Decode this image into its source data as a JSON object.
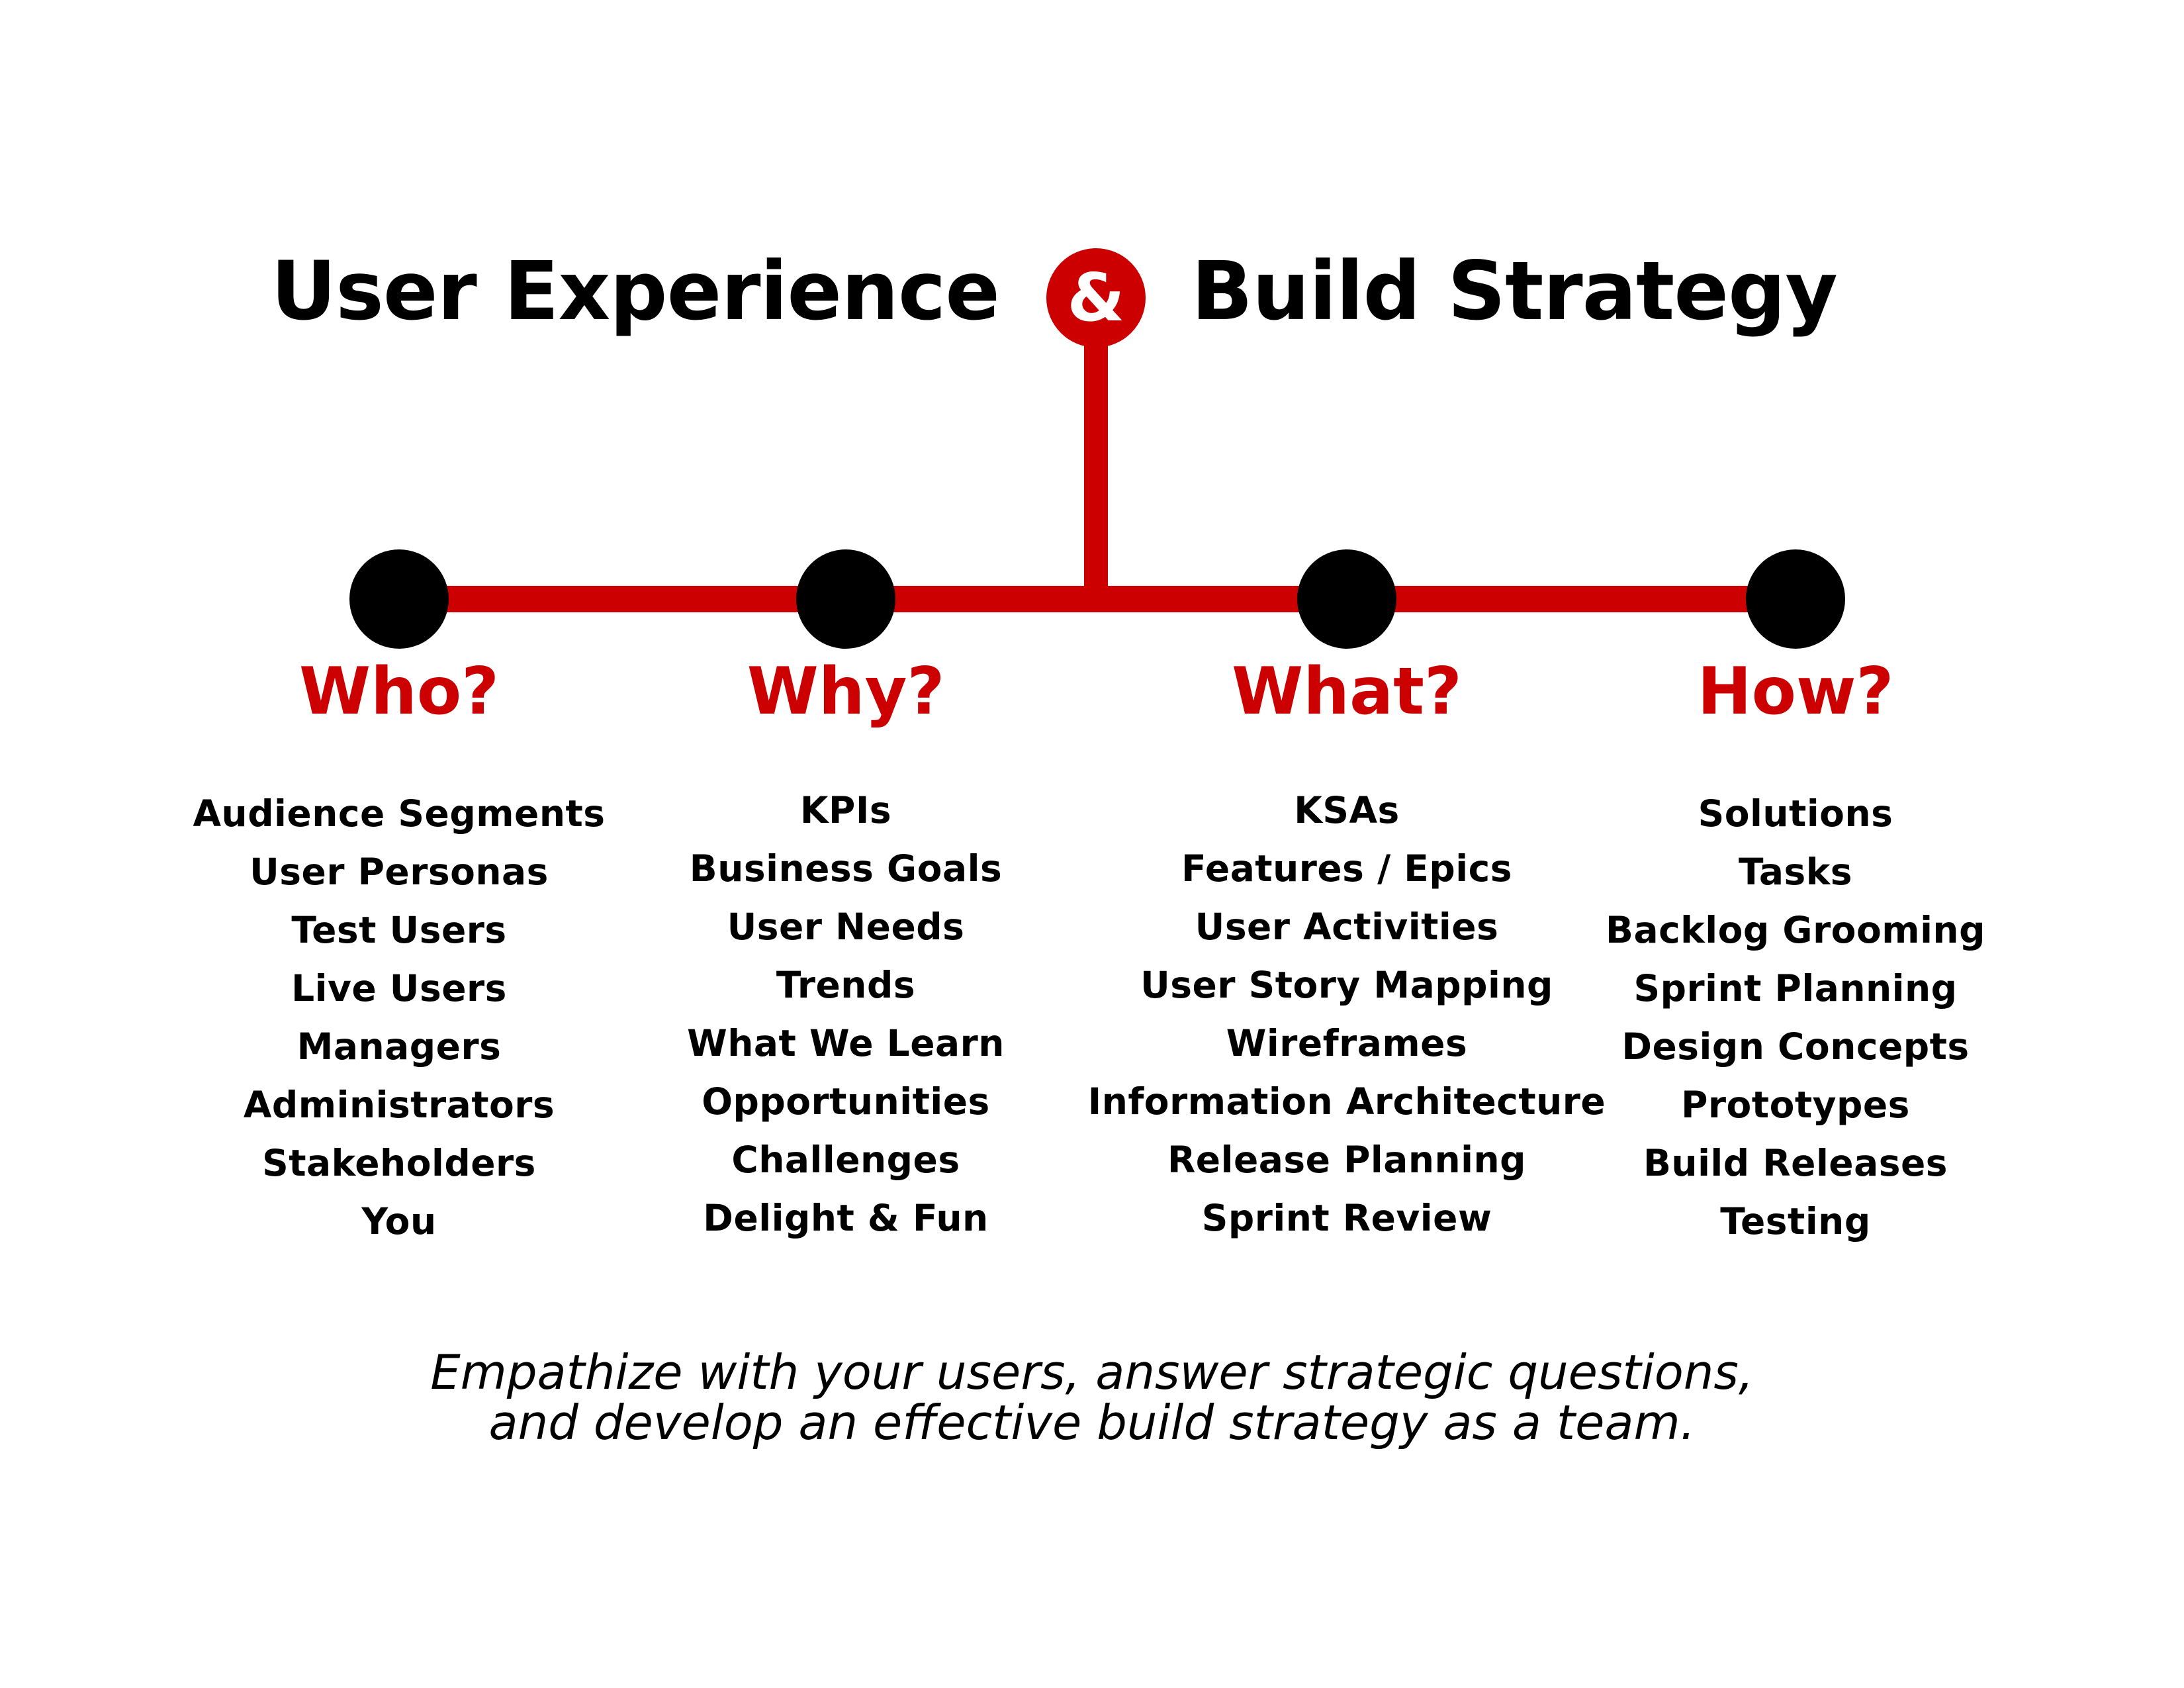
{
  "title": {
    "left": "User Experience",
    "connector": "&",
    "right": "Build Strategy"
  },
  "columns": [
    {
      "question": "Who?",
      "items": [
        "Audience Segments",
        "User Personas",
        "Test Users",
        "Live Users",
        "Managers",
        "Administrators",
        "Stakeholders",
        "You"
      ]
    },
    {
      "question": "Why?",
      "items": [
        "KPIs",
        "Business Goals",
        "User Needs",
        "Trends",
        "What We Learn",
        "Opportunities",
        "Challenges",
        "Delight & Fun"
      ]
    },
    {
      "question": "What?",
      "items": [
        "KSAs",
        "Features / Epics",
        "User Activities",
        "User Story Mapping",
        "Wireframes",
        "Information Architecture",
        "Release Planning",
        "Sprint Review"
      ]
    },
    {
      "question": "How?",
      "items": [
        "Solutions",
        "Tasks",
        "Backlog Grooming",
        "Sprint Planning",
        "Design Concepts",
        "Prototypes",
        "Build Releases",
        "Testing"
      ]
    }
  ],
  "tagline": {
    "line1": "Empathize with your users, answer strategic questions,",
    "line2": "and develop an effective build strategy as a team."
  },
  "colors": {
    "accent": "#cc0000",
    "node": "#000000",
    "text": "#000000",
    "background": "#ffffff"
  }
}
